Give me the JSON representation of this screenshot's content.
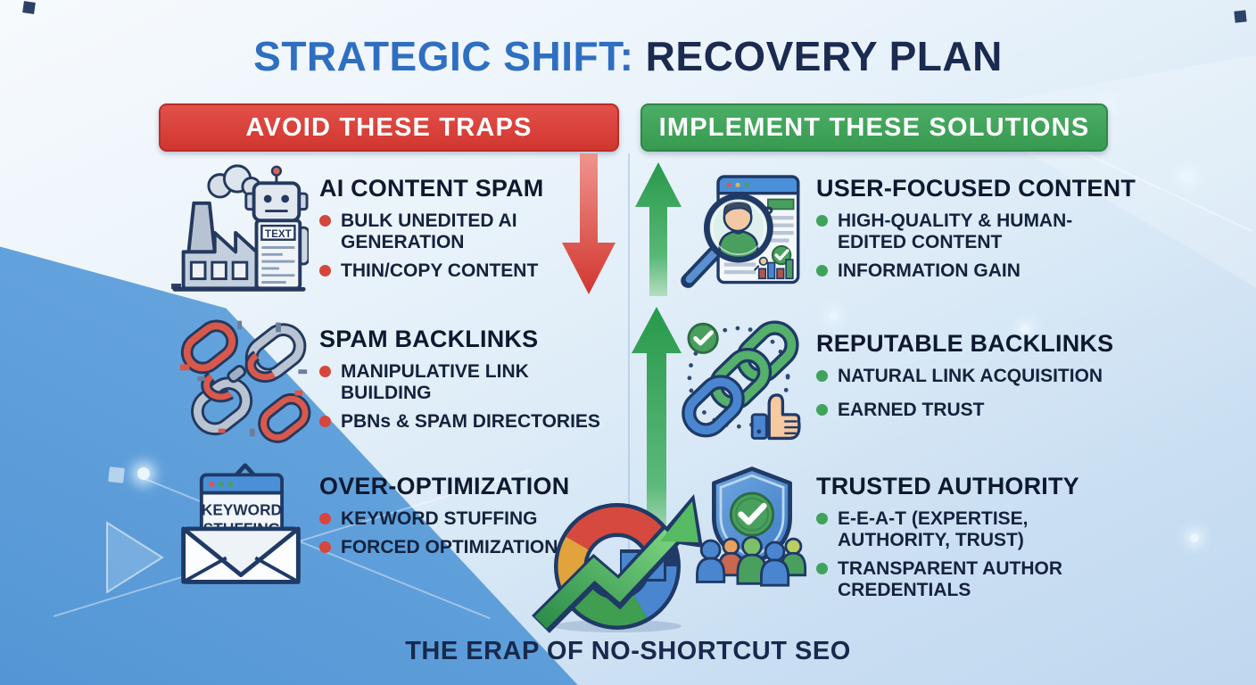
{
  "title": {
    "part1": "STRATEGIC SHIFT:",
    "part2": " RECOVERY PLAN"
  },
  "banners": {
    "avoid": "AVOID THESE TRAPS",
    "implement": "IMPLEMENT THESE SOLUTIONS"
  },
  "left": {
    "items": [
      {
        "icon": "factory-robot-ai-icon",
        "heading": "AI CONTENT SPAM",
        "bullets": [
          "BULK UNEDITED AI GENERATION",
          "THIN/COPY CONTENT"
        ]
      },
      {
        "icon": "broken-chain-icon",
        "heading": "SPAM BACKLINKS",
        "bullets": [
          "MANIPULATIVE LINK BUILDING",
          "PBNs & SPAM DIRECTORIES"
        ]
      },
      {
        "icon": "keyword-stuffing-envelope-icon",
        "heading": "OVER-OPTIMIZATION",
        "bullets": [
          "KEYWORD STUFFING",
          "FORCED OPTIMIZATION"
        ]
      }
    ]
  },
  "right": {
    "items": [
      {
        "icon": "magnifier-user-content-icon",
        "heading": "USER-FOCUSED CONTENT",
        "bullets": [
          "HIGH-QUALITY & HUMAN-EDITED CONTENT",
          "INFORMATION GAIN"
        ]
      },
      {
        "icon": "verified-chain-thumbsup-icon",
        "heading": "REPUTABLE BACKLINKS",
        "bullets": [
          "NATURAL LINK ACQUISITION",
          "EARNED TRUST"
        ]
      },
      {
        "icon": "shield-community-icon",
        "heading": "TRUSTED AUTHORITY",
        "bullets": [
          "E-E-A-T (EXPERTISE, AUTHORITY, TRUST)",
          "TRANSPARENT AUTHOR CREDENTIALS"
        ]
      }
    ]
  },
  "icon_labels": {
    "robot_doc": "TEXT",
    "envelope_line1": "KEYWORD",
    "envelope_line2": "STUFFING",
    "magnifier_question": "?"
  },
  "footer": "THE ERAP OF NO-SHORTCUT SEO",
  "colors": {
    "accent_red": "#d5463d",
    "accent_green": "#3fa35c",
    "title_blue": "#2f6fc1",
    "title_navy": "#1b2a50",
    "text_dark": "#15223d"
  }
}
